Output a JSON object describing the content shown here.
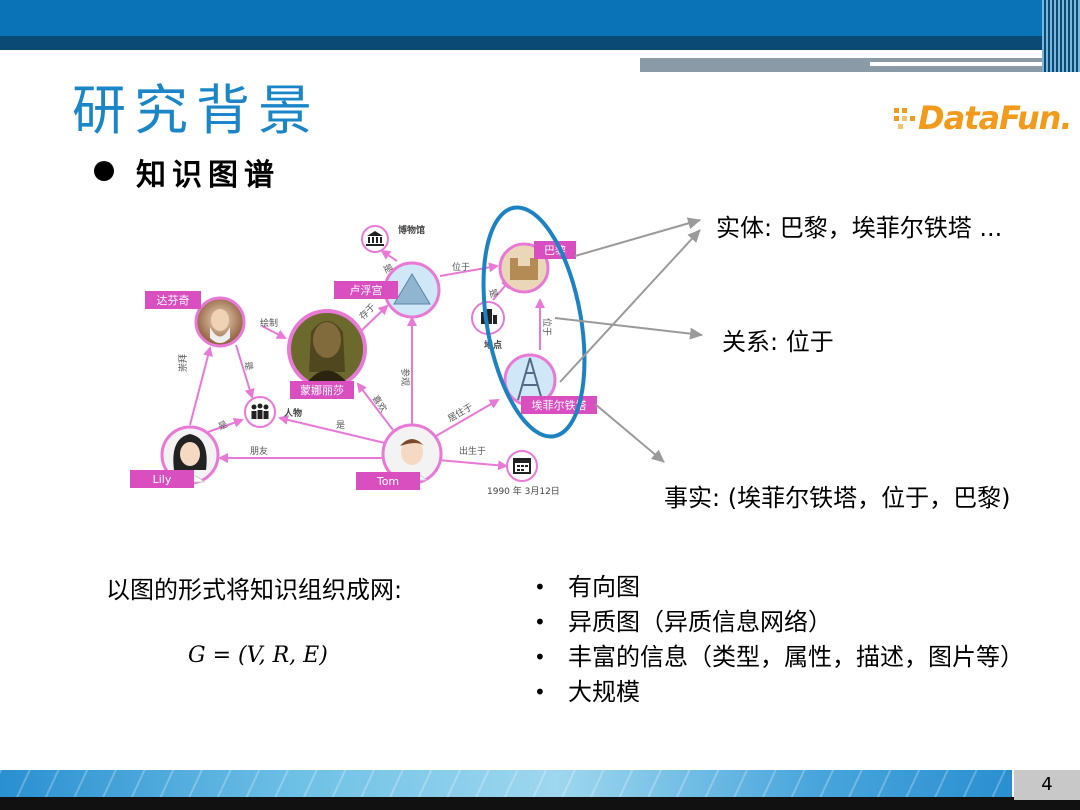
{
  "header": {
    "title": "研究背景",
    "logo": "DataFun."
  },
  "section": {
    "bullet_title": "知识图谱"
  },
  "graph": {
    "nodes": {
      "museum": "博物馆",
      "louvre": "卢浮宫",
      "paris": "巴黎",
      "davinci": "达芬奇",
      "monalisa": "蒙娜丽莎",
      "location": "地点",
      "eiffel": "埃菲尔铁塔",
      "person": "人物",
      "lily": "Lily",
      "tom": "Tom",
      "date": "1990 年 3月12日"
    },
    "edges": {
      "shi1": "是",
      "weiyu1": "位于",
      "shi2": "是",
      "huizhi": "绘制",
      "shi3": "是",
      "cunyu": "存于",
      "weiyu2": "位于",
      "xihuan": "喜欢",
      "canguan": "参观",
      "juzhuyu": "居住于",
      "shi4": "是",
      "shi5": "是",
      "pengyou": "朋友",
      "chushengyu": "出生于",
      "chongbai": "崇拜"
    }
  },
  "annotations": {
    "entity": "实体:  巴黎，埃菲尔铁塔 ...",
    "relation": "关系:  位于",
    "fact": "事实: (埃菲尔铁塔，位于，巴黎)"
  },
  "definition": {
    "intro": "以图的形式将知识组织成网:",
    "formula": "G = (V, R, E)"
  },
  "features": [
    "有向图",
    "异质图（异质信息网络）",
    "丰富的信息（类型，属性，描述，图片等）",
    "大规模"
  ],
  "footer": {
    "page_number": "4"
  },
  "colors": {
    "brand_blue": "#1a86c8",
    "edge_pink": "#e979d6",
    "label_magenta": "#d94fc0",
    "logo_orange": "#f29a1b",
    "ellipse_blue": "#1c82c4",
    "arrow_gray": "#9a9a9a"
  }
}
